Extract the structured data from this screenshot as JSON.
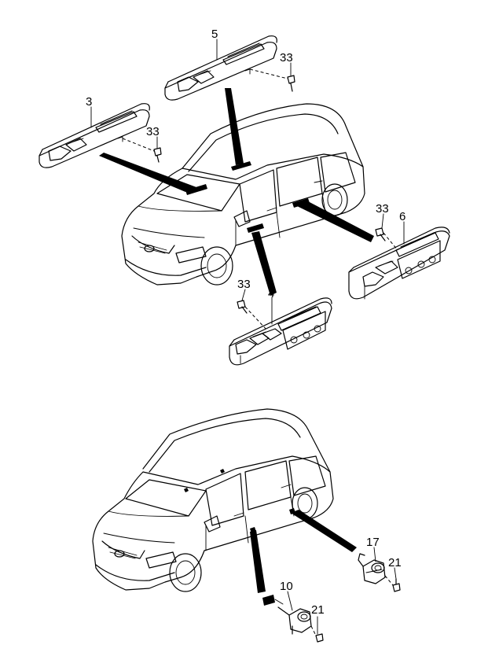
{
  "callouts": {
    "upper": {
      "part_3": "3",
      "part_5": "5",
      "part_33_a": "33",
      "part_33_b": "33",
      "part_33_c": "33",
      "part_33_d": "33",
      "part_6": "6",
      "part_4": "4"
    },
    "lower": {
      "part_17": "17",
      "part_21_a": "21",
      "part_10": "10",
      "part_21_b": "21"
    }
  },
  "colors": {
    "line": "#000000",
    "background": "#ffffff"
  },
  "icons": [
    "power-window-switch-panel",
    "screw",
    "minivan",
    "door-courtesy-switch",
    "leader-arrow"
  ]
}
